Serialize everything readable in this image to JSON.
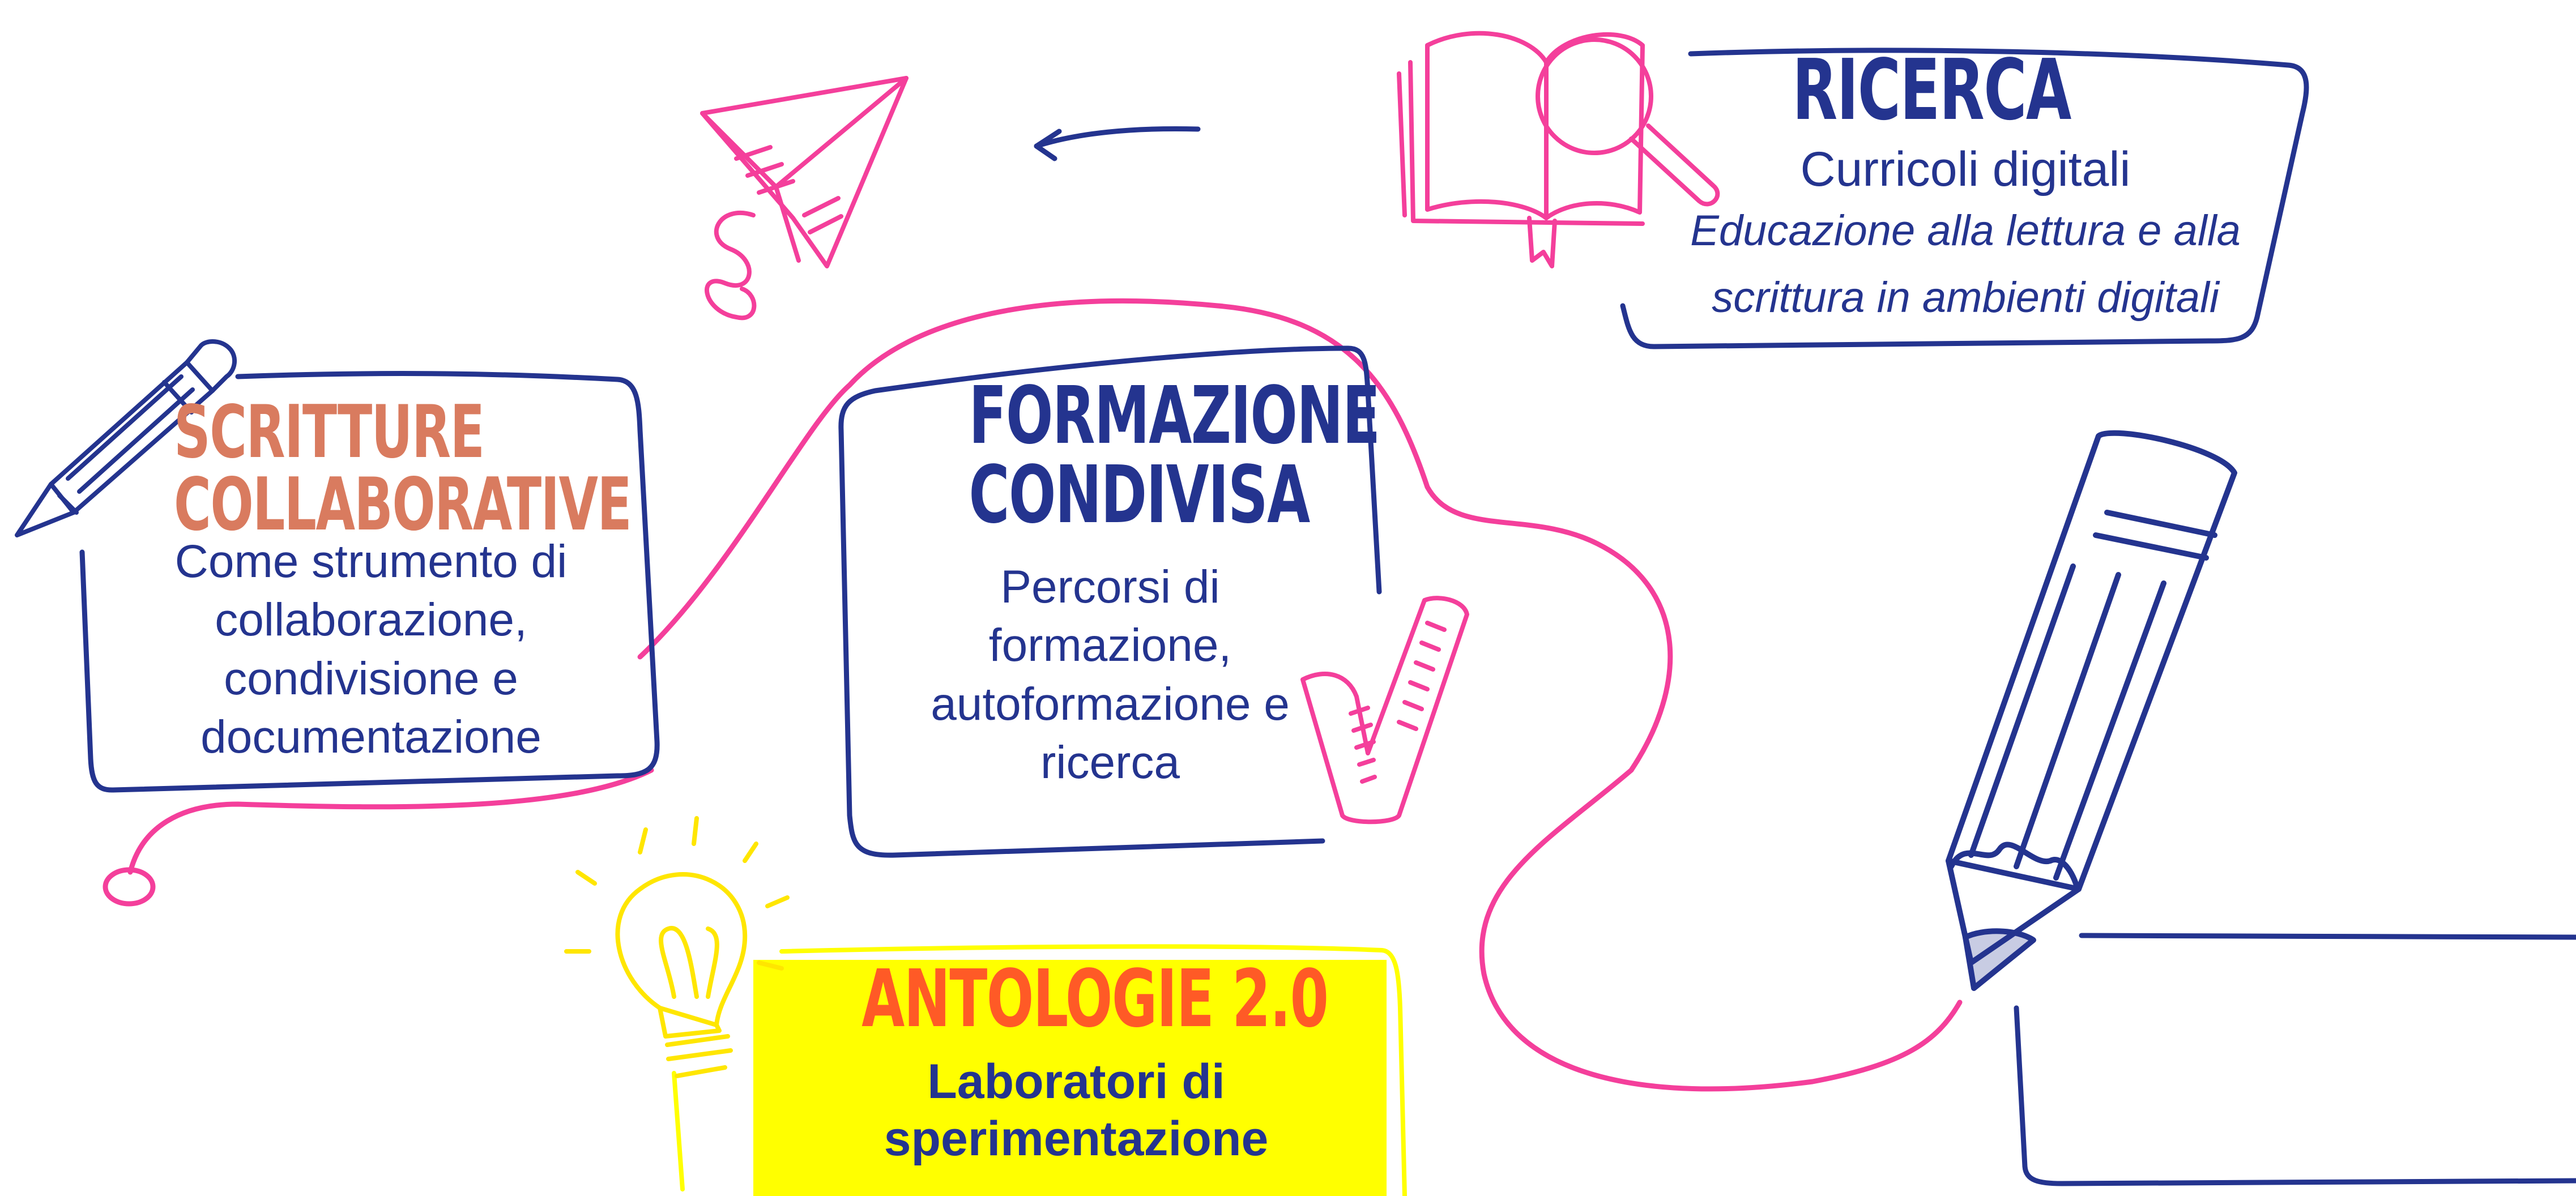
{
  "colors": {
    "navy": "#24348f",
    "pink": "#f43f9b",
    "salmon": "#d97b5f",
    "orange": "#ff5a26",
    "yellow": "#ffff00"
  },
  "icons": [
    "paper-plane-icon",
    "book-magnifier-icon",
    "pencil-icon",
    "large-pencil-icon",
    "checkmark-icon",
    "lightbulb-icon",
    "curved-arrow-icon"
  ],
  "nodes": {
    "ricerca": {
      "title": "RICERCA",
      "line1": "Curricoli digitali",
      "line2": "Educazione alla lettura e alla",
      "line3": "scrittura in ambienti digitali"
    },
    "scritture": {
      "title_line1": "SCRITTURE",
      "title_line2": "COLLABORATIVE",
      "text_line1": "Come strumento  di",
      "text_line2": "collaborazione,",
      "text_line3": "condivisione e",
      "text_line4": "documentazione"
    },
    "formazione": {
      "title_line1": "FORMAZIONE",
      "title_line2": "CONDIVISA",
      "text_line1": "Percorsi di",
      "text_line2": "formazione,",
      "text_line3": "autoformazione e",
      "text_line4": "ricerca"
    },
    "antologie": {
      "title": "ANTOLOGIE 2.0",
      "text_line1": "Laboratori di",
      "text_line2": "sperimentazione"
    }
  }
}
